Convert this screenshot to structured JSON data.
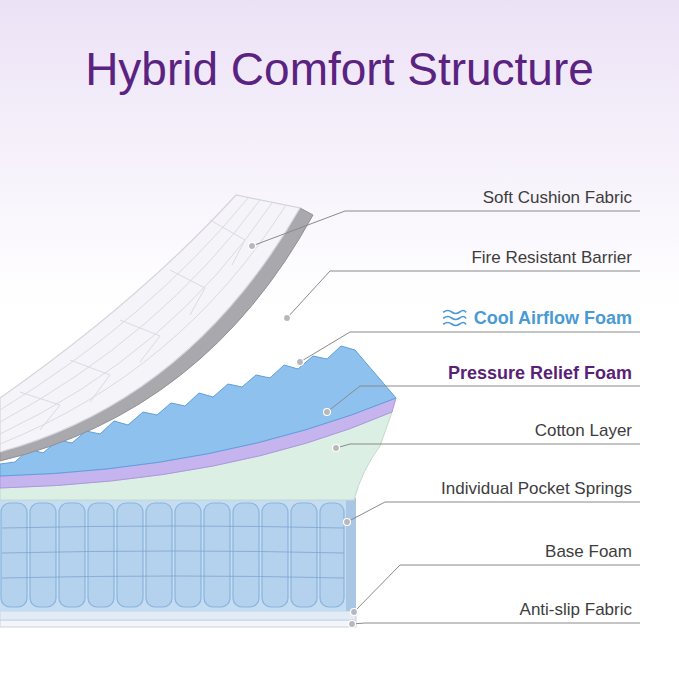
{
  "diagram": {
    "title": "Hybrid Comfort Structure",
    "labels": [
      "Soft Cushion Fabric",
      "Fire Resistant Barrier",
      "Cool Airflow Foam",
      "Pressure Relief Foam",
      "Cotton Layer",
      "Individual Pocket Springs",
      "Base Foam",
      "Anti-slip Fabric"
    ]
  }
}
